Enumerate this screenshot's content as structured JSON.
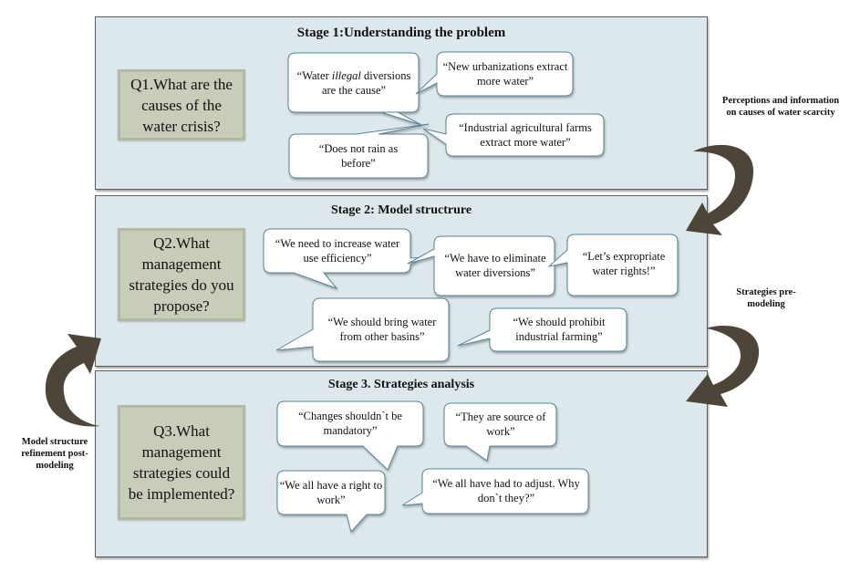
{
  "stages": [
    {
      "title": "Stage 1:Understanding the problem",
      "question": "Q1.What are the causes of the water crisis?",
      "bubbles": [
        {
          "pre": "“Water ",
          "em": "illegal",
          "post": " diversions are the cause”"
        },
        {
          "text": "“New urbanizations extract more water”"
        },
        {
          "text": "“Industrial agricultural farms extract more water”"
        },
        {
          "text": "“Does not rain as before”"
        }
      ]
    },
    {
      "title": "Stage 2:  Model structrure",
      "question": "Q2.What management strategies do you propose?",
      "bubbles": [
        {
          "text": "“We need to increase water use efficiency”"
        },
        {
          "text": "“We have to eliminate  water diversions”"
        },
        {
          "text": "“Let’s expropriate water rights!”"
        },
        {
          "text": "“We should bring water from other basins”"
        },
        {
          "text": "“We should prohibit industrial  farming”"
        }
      ]
    },
    {
      "title": "Stage 3. Strategies analysis",
      "question": "Q3.What management strategies could be implemented?",
      "bubbles": [
        {
          "text": "“Changes shouldn`t be mandatory”"
        },
        {
          "text": "“They are source of work”"
        },
        {
          "text": "“We all have a right to work”"
        },
        {
          "text": "“We all have had to adjust. Why don`t they?”"
        }
      ]
    }
  ],
  "arrows": [
    {
      "label": "Perceptions and information on causes of water scarcity",
      "direction": "stage1-to-stage2",
      "icon": "curved-arrow-down-icon"
    },
    {
      "label": "Strategies pre-modeling",
      "direction": "stage2-to-stage3",
      "icon": "curved-arrow-down-icon"
    },
    {
      "label": "Model structure refinement post-modeling",
      "direction": "stage3-to-stage2",
      "icon": "curved-arrow-up-icon"
    }
  ],
  "colors": {
    "stage_bg": "#dde8ec",
    "question_bg": "#c7cdb8",
    "arrow": "#4d4638",
    "bubble_border": "#5a8494"
  }
}
